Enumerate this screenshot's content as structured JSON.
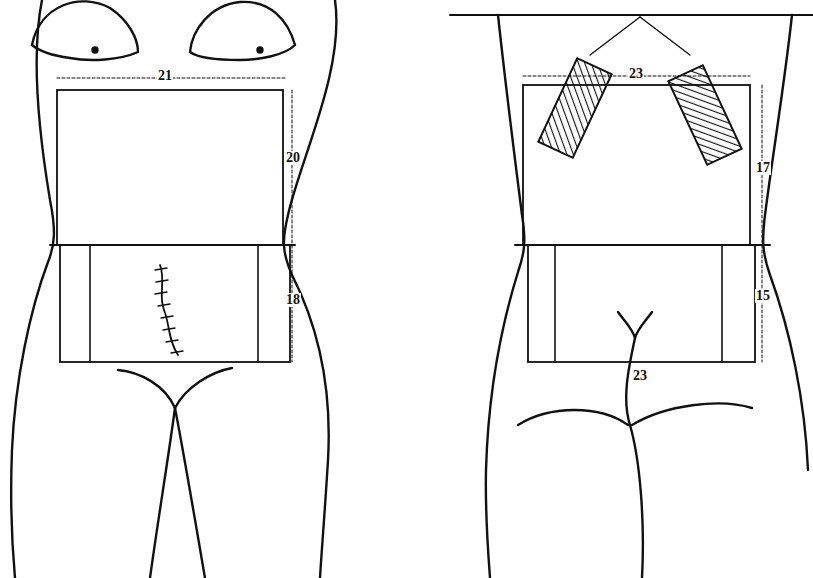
{
  "diagram": {
    "labels": [
      "21",
      "20",
      "18",
      "23",
      "17",
      "15",
      "23"
    ]
  }
}
